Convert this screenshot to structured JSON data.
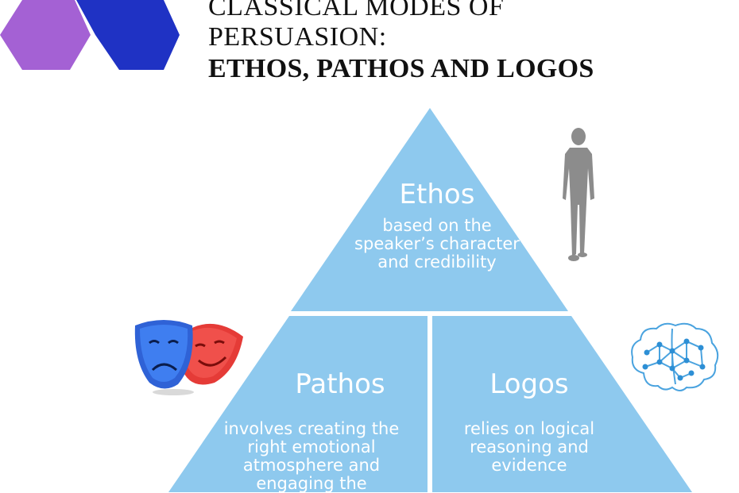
{
  "header": {
    "title_line1": "CLASSICAL MODES OF",
    "title_line2": "PERSUASION:",
    "title_line3": "ETHOS, PATHOS AND LOGOS"
  },
  "pyramid": {
    "tiers": [
      {
        "title": "Ethos",
        "description": "based on the speaker’s character and credibility"
      },
      {
        "title": "Pathos",
        "description": "involves creating the right emotional atmosphere and engaging the"
      },
      {
        "title": "Logos",
        "description": "relies on logical reasoning and evidence"
      }
    ]
  },
  "icons": {
    "ethos": "person-silhouette-icon",
    "pathos": "theater-masks-icon",
    "logos": "brain-network-icon"
  },
  "colors": {
    "pyramid_fill": "#8ec9ee",
    "hex_purple": "#a461d4",
    "hex_blue": "#1f32c4",
    "text_on_pyramid": "#ffffff"
  }
}
